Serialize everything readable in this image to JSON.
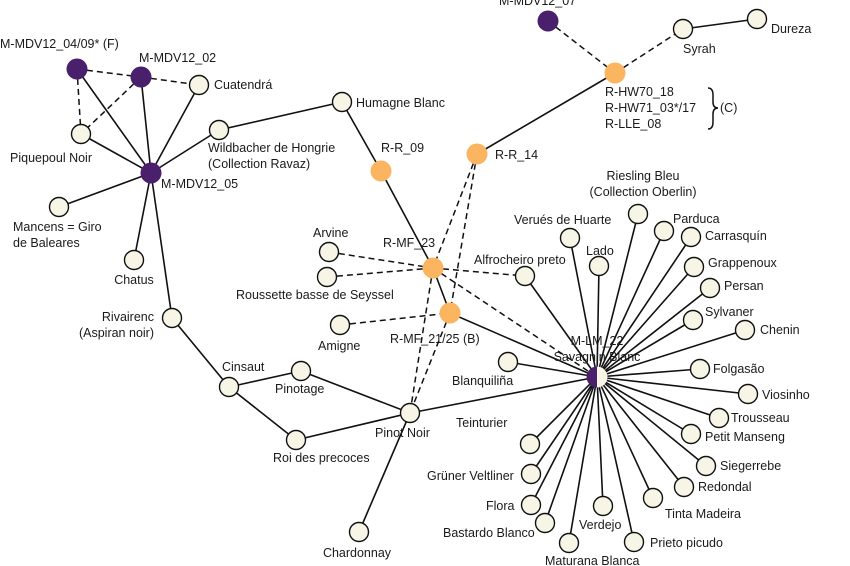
{
  "diagram": {
    "type": "network",
    "colors": {
      "m_sample": "#4a1f6b",
      "r_sample": "#fbb45f",
      "variety": "#f7f5e6",
      "edge": "#111111"
    },
    "group_label_c": "(C)",
    "nodes": [
      {
        "id": "mmdv0409",
        "kind": "m",
        "label": [
          "M-MDV12_04/09* (F)"
        ]
      },
      {
        "id": "mmdv02",
        "kind": "m",
        "label": [
          "M-MDV12_02"
        ]
      },
      {
        "id": "cuatendra",
        "kind": "variety",
        "label": [
          "Cuatendrá"
        ]
      },
      {
        "id": "piquepoul",
        "kind": "variety",
        "label": [
          "Piquepoul Noir"
        ]
      },
      {
        "id": "mmdv05",
        "kind": "m",
        "label": [
          "M-MDV12_05"
        ]
      },
      {
        "id": "wildbacher",
        "kind": "variety",
        "label": [
          "Wildbacher de Hongrie",
          "(Collection Ravaz)"
        ]
      },
      {
        "id": "humagne",
        "kind": "variety",
        "label": [
          "Humagne Blanc"
        ]
      },
      {
        "id": "mancens",
        "kind": "variety",
        "label": [
          "Mancens = Giro",
          "de Baleares"
        ]
      },
      {
        "id": "chatus",
        "kind": "variety",
        "label": [
          "Chatus"
        ]
      },
      {
        "id": "rivairenc",
        "kind": "variety",
        "label": [
          "Rivairenc",
          "(Aspiran noir)"
        ]
      },
      {
        "id": "cinsaut",
        "kind": "variety",
        "label": [
          "Cinsaut"
        ]
      },
      {
        "id": "pinotage",
        "kind": "variety",
        "label": [
          "Pinotage"
        ]
      },
      {
        "id": "roi",
        "kind": "variety",
        "label": [
          "Roi des precoces"
        ]
      },
      {
        "id": "pinotnoir",
        "kind": "variety",
        "label": [
          "Pinot Noir"
        ]
      },
      {
        "id": "chardonnay",
        "kind": "variety",
        "label": [
          "Chardonnay"
        ]
      },
      {
        "id": "rr09",
        "kind": "r",
        "label": [
          "R-R_09"
        ]
      },
      {
        "id": "rr14",
        "kind": "r",
        "label": [
          "R-R_14"
        ]
      },
      {
        "id": "rmf23",
        "kind": "r",
        "label": [
          "R-MF_23"
        ]
      },
      {
        "id": "rmf2125",
        "kind": "r",
        "label": [
          "R-MF_21/25 (B)"
        ]
      },
      {
        "id": "arvine",
        "kind": "variety",
        "label": [
          "Arvine"
        ]
      },
      {
        "id": "roussette",
        "kind": "variety",
        "label": [
          "Roussette basse de Seyssel"
        ]
      },
      {
        "id": "amigne",
        "kind": "variety",
        "label": [
          "Amigne"
        ]
      },
      {
        "id": "alfrocheiro",
        "kind": "variety",
        "label": [
          "Alfrocheiro preto"
        ]
      },
      {
        "id": "mmdv07",
        "kind": "m",
        "label": [
          "M-MDV12_07"
        ]
      },
      {
        "id": "rhw",
        "kind": "r",
        "label": [
          "R-HW70_18",
          "R-HW71_03*/17",
          "R-LLE_08"
        ]
      },
      {
        "id": "syrah",
        "kind": "variety",
        "label": [
          "Syrah"
        ]
      },
      {
        "id": "dureza",
        "kind": "variety",
        "label": [
          "Dureza"
        ]
      },
      {
        "id": "mlm22",
        "kind": "half",
        "label": [
          "M-LM_22",
          "Savagnin Blanc"
        ]
      },
      {
        "id": "veruesh",
        "kind": "variety",
        "label": [
          "Verués de Huarte"
        ]
      },
      {
        "id": "lado",
        "kind": "variety",
        "label": [
          "Lado"
        ]
      },
      {
        "id": "riesling",
        "kind": "variety",
        "label": [
          "Riesling Bleu",
          "(Collection Oberlin)"
        ]
      },
      {
        "id": "parduca",
        "kind": "variety",
        "label": [
          "Parduca"
        ]
      },
      {
        "id": "carrasquin",
        "kind": "variety",
        "label": [
          "Carrasquín"
        ]
      },
      {
        "id": "grappenoux",
        "kind": "variety",
        "label": [
          "Grappenoux"
        ]
      },
      {
        "id": "persan",
        "kind": "variety",
        "label": [
          "Persan"
        ]
      },
      {
        "id": "sylvaner",
        "kind": "variety",
        "label": [
          "Sylvaner"
        ]
      },
      {
        "id": "chenin",
        "kind": "variety",
        "label": [
          "Chenin"
        ]
      },
      {
        "id": "folgasao",
        "kind": "variety",
        "label": [
          "Folgasão"
        ]
      },
      {
        "id": "viosinho",
        "kind": "variety",
        "label": [
          "Viosinho"
        ]
      },
      {
        "id": "trousseau",
        "kind": "variety",
        "label": [
          "Trousseau"
        ]
      },
      {
        "id": "petitmanseng",
        "kind": "variety",
        "label": [
          "Petit Manseng"
        ]
      },
      {
        "id": "siegerrebe",
        "kind": "variety",
        "label": [
          "Siegerrebe"
        ]
      },
      {
        "id": "redondal",
        "kind": "variety",
        "label": [
          "Redondal"
        ]
      },
      {
        "id": "tintamadeira",
        "kind": "variety",
        "label": [
          "Tinta Madeira"
        ]
      },
      {
        "id": "prieto",
        "kind": "variety",
        "label": [
          "Prieto picudo"
        ]
      },
      {
        "id": "verdejo",
        "kind": "variety",
        "label": [
          "Verdejo"
        ]
      },
      {
        "id": "maturana",
        "kind": "variety",
        "label": [
          "Maturana Blanca"
        ]
      },
      {
        "id": "bastardo",
        "kind": "variety",
        "label": [
          "Bastardo Blanco"
        ]
      },
      {
        "id": "flora",
        "kind": "variety",
        "label": [
          "Flora"
        ]
      },
      {
        "id": "gruner",
        "kind": "variety",
        "label": [
          "Grüner Veltliner"
        ]
      },
      {
        "id": "teinturier",
        "kind": "variety",
        "label": [
          "Teinturier"
        ]
      },
      {
        "id": "blanquilina",
        "kind": "variety",
        "label": [
          "Blanquiliña"
        ]
      }
    ],
    "edges": [
      {
        "from": "mmdv0409",
        "to": "mmdv02",
        "style": "dashed"
      },
      {
        "from": "mmdv0409",
        "to": "piquepoul",
        "style": "dashed"
      },
      {
        "from": "mmdv02",
        "to": "piquepoul",
        "style": "dashed"
      },
      {
        "from": "mmdv02",
        "to": "cuatendra",
        "style": "dashed"
      },
      {
        "from": "mmdv0409",
        "to": "mmdv05",
        "style": "solid"
      },
      {
        "from": "mmdv02",
        "to": "mmdv05",
        "style": "solid"
      },
      {
        "from": "cuatendra",
        "to": "mmdv05",
        "style": "solid"
      },
      {
        "from": "piquepoul",
        "to": "mmdv05",
        "style": "solid"
      },
      {
        "from": "wildbacher",
        "to": "mmdv05",
        "style": "solid"
      },
      {
        "from": "wildbacher",
        "to": "humagne",
        "style": "solid"
      },
      {
        "from": "mancens",
        "to": "mmdv05",
        "style": "solid"
      },
      {
        "from": "chatus",
        "to": "mmdv05",
        "style": "solid"
      },
      {
        "from": "rivairenc",
        "to": "mmdv05",
        "style": "solid"
      },
      {
        "from": "rivairenc",
        "to": "cinsaut",
        "style": "solid"
      },
      {
        "from": "cinsaut",
        "to": "pinotage",
        "style": "solid"
      },
      {
        "from": "cinsaut",
        "to": "roi",
        "style": "solid"
      },
      {
        "from": "pinotage",
        "to": "pinotnoir",
        "style": "solid"
      },
      {
        "from": "roi",
        "to": "pinotnoir",
        "style": "solid"
      },
      {
        "from": "chardonnay",
        "to": "pinotnoir",
        "style": "solid"
      },
      {
        "from": "pinotnoir",
        "to": "mlm22",
        "style": "solid"
      },
      {
        "from": "humagne",
        "to": "rr09",
        "style": "solid"
      },
      {
        "from": "rr09",
        "to": "rmf23",
        "style": "solid"
      },
      {
        "from": "rmf23",
        "to": "rmf2125",
        "style": "solid"
      },
      {
        "from": "rmf2125",
        "to": "mlm22",
        "style": "solid"
      },
      {
        "from": "rr14",
        "to": "rhw",
        "style": "solid"
      },
      {
        "from": "rr14",
        "to": "rmf23",
        "style": "dashed"
      },
      {
        "from": "rr14",
        "to": "rmf2125",
        "style": "dashed"
      },
      {
        "from": "rmf23",
        "to": "pinotnoir",
        "style": "dashed"
      },
      {
        "from": "rmf2125",
        "to": "pinotnoir",
        "style": "dashed"
      },
      {
        "from": "arvine",
        "to": "rmf23",
        "style": "dashed"
      },
      {
        "from": "roussette",
        "to": "rmf23",
        "style": "dashed"
      },
      {
        "from": "rmf23",
        "to": "alfrocheiro",
        "style": "dashed"
      },
      {
        "from": "rmf23",
        "to": "mlm22",
        "style": "dashed"
      },
      {
        "from": "amigne",
        "to": "rmf2125",
        "style": "dashed"
      },
      {
        "from": "mmdv07",
        "to": "rhw",
        "style": "dashed"
      },
      {
        "from": "rhw",
        "to": "syrah",
        "style": "dashed"
      },
      {
        "from": "syrah",
        "to": "dureza",
        "style": "solid"
      },
      {
        "from": "alfrocheiro",
        "to": "mlm22",
        "style": "solid"
      },
      {
        "from": "veruesh",
        "to": "mlm22",
        "style": "solid"
      },
      {
        "from": "lado",
        "to": "mlm22",
        "style": "solid"
      },
      {
        "from": "riesling",
        "to": "mlm22",
        "style": "solid"
      },
      {
        "from": "parduca",
        "to": "mlm22",
        "style": "solid"
      },
      {
        "from": "carrasquin",
        "to": "mlm22",
        "style": "solid"
      },
      {
        "from": "grappenoux",
        "to": "mlm22",
        "style": "solid"
      },
      {
        "from": "persan",
        "to": "mlm22",
        "style": "solid"
      },
      {
        "from": "sylvaner",
        "to": "mlm22",
        "style": "solid"
      },
      {
        "from": "chenin",
        "to": "mlm22",
        "style": "solid"
      },
      {
        "from": "folgasao",
        "to": "mlm22",
        "style": "solid"
      },
      {
        "from": "viosinho",
        "to": "mlm22",
        "style": "solid"
      },
      {
        "from": "trousseau",
        "to": "mlm22",
        "style": "solid"
      },
      {
        "from": "petitmanseng",
        "to": "mlm22",
        "style": "solid"
      },
      {
        "from": "siegerrebe",
        "to": "mlm22",
        "style": "solid"
      },
      {
        "from": "redondal",
        "to": "mlm22",
        "style": "solid"
      },
      {
        "from": "tintamadeira",
        "to": "mlm22",
        "style": "solid"
      },
      {
        "from": "prieto",
        "to": "mlm22",
        "style": "solid"
      },
      {
        "from": "verdejo",
        "to": "mlm22",
        "style": "solid"
      },
      {
        "from": "maturana",
        "to": "mlm22",
        "style": "solid"
      },
      {
        "from": "bastardo",
        "to": "mlm22",
        "style": "solid"
      },
      {
        "from": "flora",
        "to": "mlm22",
        "style": "solid"
      },
      {
        "from": "gruner",
        "to": "mlm22",
        "style": "solid"
      },
      {
        "from": "teinturier",
        "to": "mlm22",
        "style": "solid"
      },
      {
        "from": "blanquilina",
        "to": "mlm22",
        "style": "solid"
      }
    ]
  }
}
